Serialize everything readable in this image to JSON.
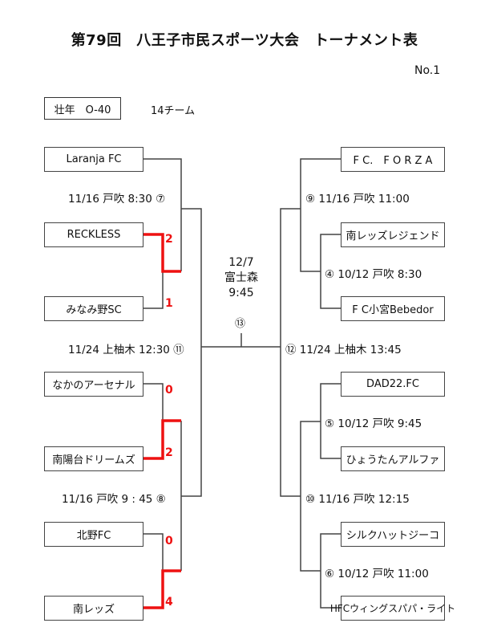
{
  "title": "第79回　八王子市民スポーツ大会　トーナメント表",
  "page_no": "No.1",
  "category": "壮年　O-40",
  "team_count": "14チーム",
  "colors": {
    "winner_line": "#ee1111",
    "line": "#444444"
  },
  "left_teams": [
    "Laranja FC",
    "RECKLESS",
    "みなみ野SC",
    "なかのアーセナル",
    "南陽台ドリームズ",
    "北野FC",
    "南レッズ"
  ],
  "right_teams": [
    "F C.　F O R Z A",
    "南レッズレジェンド",
    "F C小宮Bebedor",
    "DAD22.FC",
    "ひょうたんアルファ",
    "シルクハットジーコ",
    "HFCウィングスパパ・ライト"
  ],
  "scores": {
    "reckless": "2",
    "minamino": "1",
    "nakano": "0",
    "nanyodai": "2",
    "kitano": "0",
    "minami_reds": "4"
  },
  "matches": {
    "m7": "11/16 戸吹 8:30 ⑦",
    "m11": "11/24 上柚木 12:30 ⑪",
    "m8": "11/16 戸吹 9 : 45 ⑧",
    "m9": "⑨ 11/16 戸吹 11:00",
    "m4": "④ 10/12 戸吹 8:30",
    "m12": "⑫ 11/24 上柚木 13:45",
    "m5": "⑤ 10/12 戸吹 9:45",
    "m10": "⑩ 11/16 戸吹 12:15",
    "m6": "⑥ 10/12 戸吹 11:00"
  },
  "final": {
    "date": "12/7",
    "venue": "富士森",
    "time": "9:45",
    "number": "⑬"
  }
}
